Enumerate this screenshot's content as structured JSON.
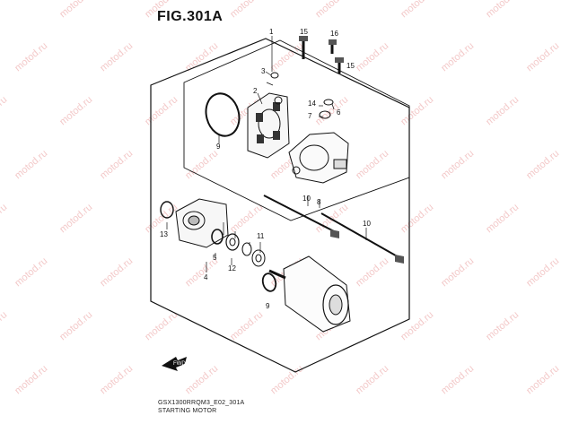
{
  "header": {
    "figure_title": "FIG.301A"
  },
  "footer": {
    "code": "GSX1300RRQM3_E02_301A",
    "name": "STARTING MOTOR"
  },
  "watermark": {
    "text": "motod.ru",
    "color": "#f3c9c9"
  },
  "callouts": [
    {
      "id": "c1",
      "label": "1"
    },
    {
      "id": "c2",
      "label": "2"
    },
    {
      "id": "c3",
      "label": "3"
    },
    {
      "id": "c4",
      "label": "4"
    },
    {
      "id": "c5",
      "label": "5"
    },
    {
      "id": "c6",
      "label": "6"
    },
    {
      "id": "c7",
      "label": "7"
    },
    {
      "id": "c8",
      "label": "8"
    },
    {
      "id": "c9a",
      "label": "9"
    },
    {
      "id": "c9b",
      "label": "9"
    },
    {
      "id": "c10a",
      "label": "10"
    },
    {
      "id": "c10b",
      "label": "10"
    },
    {
      "id": "c11",
      "label": "11"
    },
    {
      "id": "c12",
      "label": "12"
    },
    {
      "id": "c13",
      "label": "13"
    },
    {
      "id": "c14",
      "label": "14"
    },
    {
      "id": "c15a",
      "label": "15"
    },
    {
      "id": "c15b",
      "label": "15"
    },
    {
      "id": "c16",
      "label": "16"
    }
  ],
  "icons": {
    "direction_arrow": "front-direction-arrow-icon",
    "direction_label": "FWD"
  }
}
